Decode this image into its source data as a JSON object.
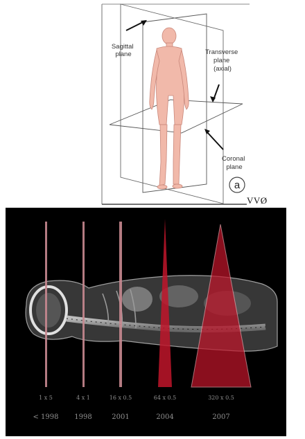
{
  "planes_figure": {
    "labels": {
      "sagittal": [
        "Sagittal",
        "plane"
      ],
      "transverse": [
        "Transverse",
        "plane",
        "(axial)"
      ],
      "coronal": [
        "Coronal",
        "plane"
      ]
    },
    "panel_letter": "a"
  },
  "stray_text": "VVØ",
  "ct_figure": {
    "chart_data": {
      "type": "diagram",
      "scanners": [
        {
          "config": "1 x 5",
          "year": "< 1998",
          "relative_width": 1
        },
        {
          "config": "4 x 1",
          "year": "1998",
          "relative_width": 1
        },
        {
          "config": "16 x 0.5",
          "year": "2001",
          "relative_width": 1.2
        },
        {
          "config": "64 x 0.5",
          "year": "2004",
          "relative_width": 4
        },
        {
          "config": "320 x 0.5",
          "year": "2007",
          "relative_width": 18
        }
      ],
      "colors": {
        "beam_fill": "#c0152a",
        "beam_line": "#e8a0a8",
        "background": "#000000"
      }
    }
  }
}
